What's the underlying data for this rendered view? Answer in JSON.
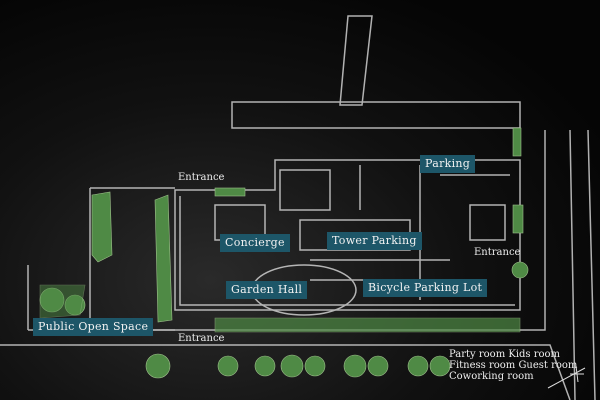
{
  "labels": {
    "parking": "Parking",
    "tower_parking": "Tower Parking",
    "concierge": "Concierge",
    "garden_hall": "Garden Hall",
    "bicycle_parking_lot": "Bicycle Parking Lot",
    "public_open_space": "Public Open Space"
  },
  "entrances": {
    "north": "Entrance",
    "east": "Entrance",
    "south": "Entrance"
  },
  "amenities": [
    "Party room  Kids room",
    "Fitness room  Guest room",
    "Coworking room"
  ],
  "colors": {
    "label_bg": "#1d5668",
    "lines": "#cfcfcf",
    "greenery": "#4f8a45"
  }
}
